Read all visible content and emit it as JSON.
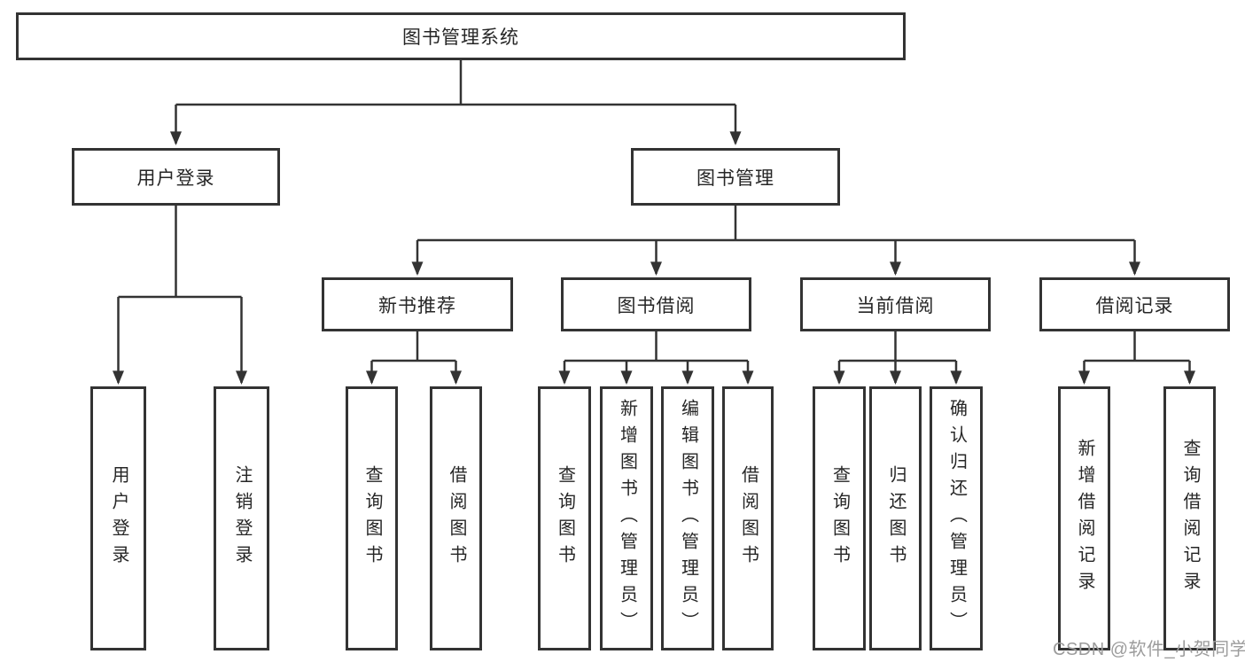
{
  "diagram": {
    "root": {
      "label": "图书管理系统"
    },
    "branches": [
      {
        "label": "用户登录",
        "children": [
          {
            "label": "用户登录"
          },
          {
            "label": "注销登录"
          }
        ]
      },
      {
        "label": "图书管理",
        "children": [
          {
            "label": "新书推荐",
            "children": [
              {
                "label": "查询图书"
              },
              {
                "label": "借阅图书"
              }
            ]
          },
          {
            "label": "图书借阅",
            "children": [
              {
                "label": "查询图书"
              },
              {
                "label": "新增图书（管理员）"
              },
              {
                "label": "编辑图书（管理员）"
              },
              {
                "label": "借阅图书"
              }
            ]
          },
          {
            "label": "当前借阅",
            "children": [
              {
                "label": "查询图书"
              },
              {
                "label": "归还图书"
              },
              {
                "label": "确认归还（管理员）"
              }
            ]
          },
          {
            "label": "借阅记录",
            "children": [
              {
                "label": "新增借阅记录"
              },
              {
                "label": "查询借阅记录"
              }
            ]
          }
        ]
      }
    ]
  },
  "watermark": {
    "text": "CSDN @软件_小贺同学"
  },
  "colors": {
    "border": "#333333",
    "line": "#333333",
    "text": "#262626",
    "watermark": "#9c9c9c",
    "background": "#ffffff"
  }
}
